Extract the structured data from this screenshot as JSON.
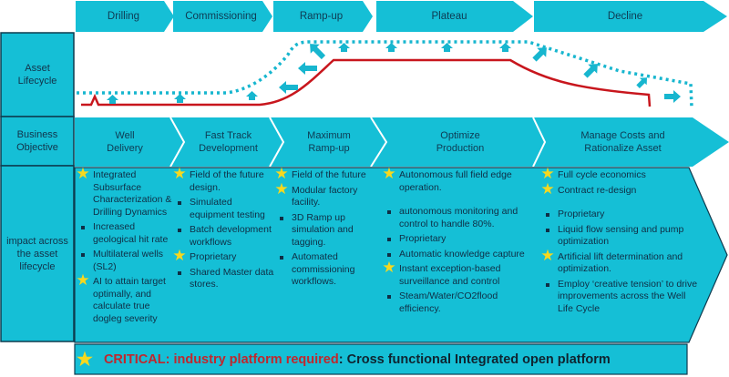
{
  "colors": {
    "panel": "#15bfd6",
    "border": "#0d3b4f",
    "production_curve": "#c8161d",
    "potential_curve": "#17b6cf",
    "star": "#f7d81e",
    "critical_text": "#c0272d"
  },
  "rows": {
    "asset_lifecycle": "Asset\nLifecycle",
    "business_objective": "Business\nObjective",
    "impact": "impact across\nthe asset\nlifecycle"
  },
  "phases": [
    {
      "label": "Drilling"
    },
    {
      "label": "Commissioning"
    },
    {
      "label": "Ramp-up"
    },
    {
      "label": "Plateau"
    },
    {
      "label": "Decline"
    }
  ],
  "objectives": [
    {
      "label": "Well\nDelivery"
    },
    {
      "label": "Fast Track\nDevelopment"
    },
    {
      "label": "Maximum\nRamp-up"
    },
    {
      "label": "Optimize\nProduction"
    },
    {
      "label": "Manage Costs and\nRationalize Asset"
    }
  ],
  "lifecycle_curves": {
    "production_line": "red solid line: low during drilling/commissioning, rises through ramp-up, flat through plateau, declines and drops at end",
    "potential_line": "cyan dotted line above production with cyan arrows pointing up toward it"
  },
  "impacts": [
    {
      "items": [
        {
          "marker": "star",
          "text": "Integrated Subsurface Characterization & Drilling Dynamics"
        },
        {
          "marker": "bullet",
          "text": "Increased geological hit rate"
        },
        {
          "marker": "bullet",
          "text": "Multilateral wells (SL2)"
        },
        {
          "marker": "star",
          "text": "AI to attain target optimally, and calculate true dogleg severity"
        }
      ]
    },
    {
      "items": [
        {
          "marker": "star",
          "text": "Field of the future design."
        },
        {
          "marker": "bullet",
          "text": "Simulated equipment testing"
        },
        {
          "marker": "bullet",
          "text": "Batch development workflows"
        },
        {
          "marker": "star",
          "text": "Proprietary"
        },
        {
          "marker": "bullet",
          "text": "Shared Master data stores."
        }
      ]
    },
    {
      "items": [
        {
          "marker": "star",
          "text": "Field of the future"
        },
        {
          "marker": "star",
          "text": "Modular factory facility."
        },
        {
          "marker": "bullet",
          "text": "3D Ramp up simulation and tagging."
        },
        {
          "marker": "bullet",
          "text": "Automated commissioning workflows."
        }
      ]
    },
    {
      "items": [
        {
          "marker": "star",
          "text": "Autonomous full field edge operation."
        },
        {
          "marker": "gap",
          "text": ""
        },
        {
          "marker": "bullet",
          "text": "autonomous monitoring and control to handle 80%."
        },
        {
          "marker": "bullet",
          "text": "Proprietary"
        },
        {
          "marker": "bullet",
          "text": "Automatic knowledge capture"
        },
        {
          "marker": "star",
          "text": "Instant exception-based surveillance and control"
        },
        {
          "marker": "bullet",
          "text": "Steam/Water/CO2flood efficiency."
        }
      ]
    },
    {
      "items": [
        {
          "marker": "star",
          "text": "Full cycle economics"
        },
        {
          "marker": "star",
          "text": "Contract re-design"
        },
        {
          "marker": "gap",
          "text": ""
        },
        {
          "marker": "bullet",
          "text": "Proprietary"
        },
        {
          "marker": "bullet",
          "text": "Liquid flow sensing and pump optimization"
        },
        {
          "marker": "star",
          "text": "Artificial lift determination and optimization."
        },
        {
          "marker": "bullet",
          "text": "Employ ‘creative tension’ to drive improvements across the Well Life Cycle"
        }
      ]
    }
  ],
  "critical": {
    "label": "CRITICAL: industry platform required",
    "separator": ": ",
    "text": "Cross functional Integrated open platform"
  }
}
